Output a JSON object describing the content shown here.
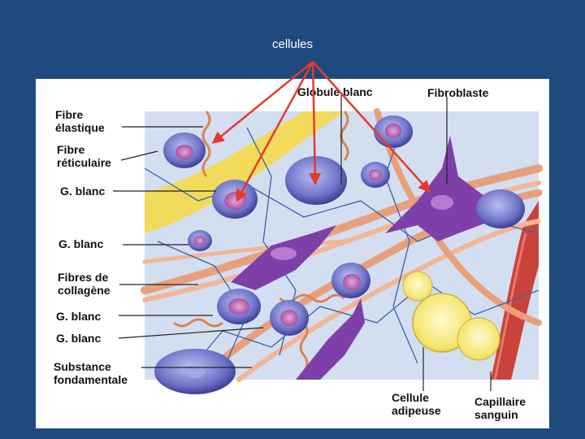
{
  "title": "cellules",
  "labels": {
    "fibre_elastique": "Fibre\nélastique",
    "fibre_reticulaire": "Fibre\nréticulaire",
    "g_blanc_1": "G. blanc",
    "g_blanc_2": "G. blanc",
    "fibres_collagene": "Fibres de\ncollagène",
    "g_blanc_3": "G. blanc",
    "g_blanc_4": "G. blanc",
    "substance": "Substance\nfondamentale",
    "globule_blanc": "Globule blanc",
    "fibroblaste": "Fibroblaste",
    "cellule_adipeuse": "Cellule\nadipeuse",
    "capillaire": "Capillaire\nsanguin"
  },
  "colors": {
    "background": "#1e4a7d",
    "arrow": "#e8392a",
    "collagen": "#e9a07a",
    "elastic": "#d9844f",
    "reticular": "#3d62a6",
    "fibroblast": "#7e3fa8",
    "leukocyte": "#8a8fd6",
    "adipocyte": "#f7ef9a",
    "capillary": "#c9433a"
  }
}
